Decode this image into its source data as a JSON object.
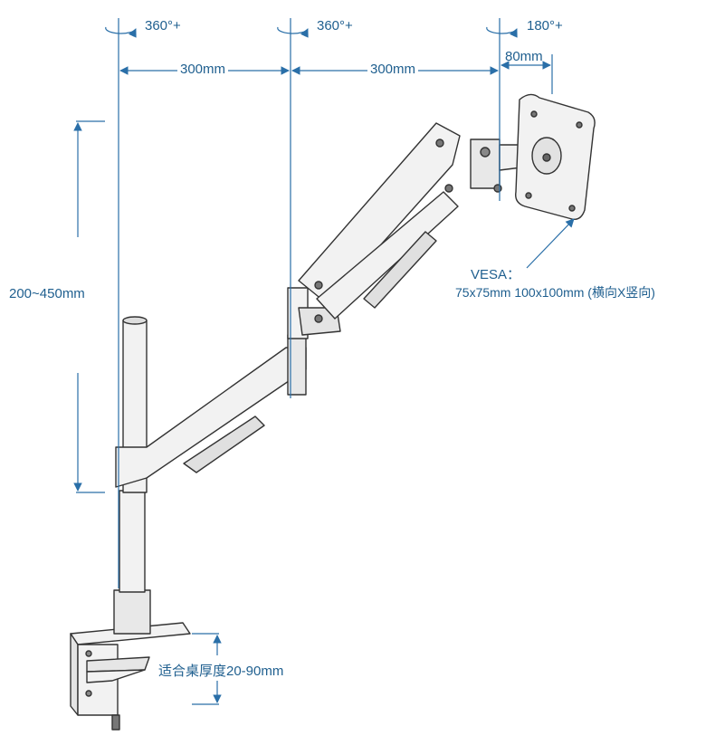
{
  "rotations": {
    "base": "360°+",
    "elbow": "360°+",
    "head": "180°+"
  },
  "dimensions": {
    "arm1": "300mm",
    "arm2": "300mm",
    "head_offset": "80mm",
    "height_range": "200~450mm",
    "desk_thickness": "适合桌厚度20-90mm"
  },
  "vesa": {
    "label": "VESA：",
    "sizes": "75x75mm  100x100mm (横向X竖向)"
  },
  "colors": {
    "annotation": "#1f5f8f",
    "line": "#2a6fa8",
    "outline": "#333333",
    "metal": "#f2f2f2"
  }
}
